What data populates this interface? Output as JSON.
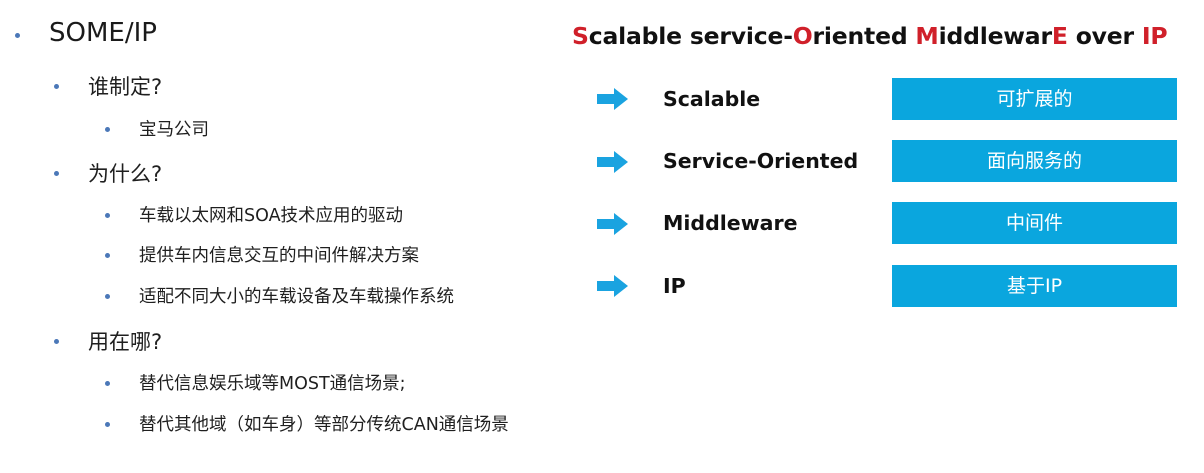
{
  "outline": {
    "topic": "SOME/IP",
    "sections": [
      {
        "heading": "谁制定?",
        "points": [
          "宝马公司"
        ]
      },
      {
        "heading": "为什么?",
        "points": [
          "车载以太网和SOA技术应用的驱动",
          "提供车内信息交互的中间件解决方案",
          "适配不同大小的车载设备及车载操作系统"
        ]
      },
      {
        "heading": "用在哪?",
        "points": [
          "替代信息娱乐域等MOST通信场景;",
          "替代其他域（如车身）等部分传统CAN通信场景"
        ]
      }
    ]
  },
  "acronym": {
    "title_parts": [
      {
        "text": "S",
        "highlight": true
      },
      {
        "text": "calable service-",
        "highlight": false
      },
      {
        "text": "O",
        "highlight": true
      },
      {
        "text": "riented ",
        "highlight": false
      },
      {
        "text": "M",
        "highlight": true
      },
      {
        "text": "iddlewar",
        "highlight": false
      },
      {
        "text": "E",
        "highlight": true
      },
      {
        "text": " over ",
        "highlight": false
      },
      {
        "text": "IP",
        "highlight": true
      }
    ],
    "rows": [
      {
        "term": "Scalable",
        "translation": "可扩展的"
      },
      {
        "term": "Service-Oriented",
        "translation": "面向服务的"
      },
      {
        "term": "Middleware",
        "translation": "中间件"
      },
      {
        "term": "IP",
        "translation": "基于IP"
      }
    ]
  },
  "colors": {
    "accent_red": "#d0202a",
    "box_blue": "#0aa6de",
    "arrow_blue": "#1aa3e0",
    "bullet_blue": "#4b78b8"
  },
  "icons": {
    "row_arrow": "right-arrow-icon",
    "bullet": "bullet-dot-icon"
  }
}
